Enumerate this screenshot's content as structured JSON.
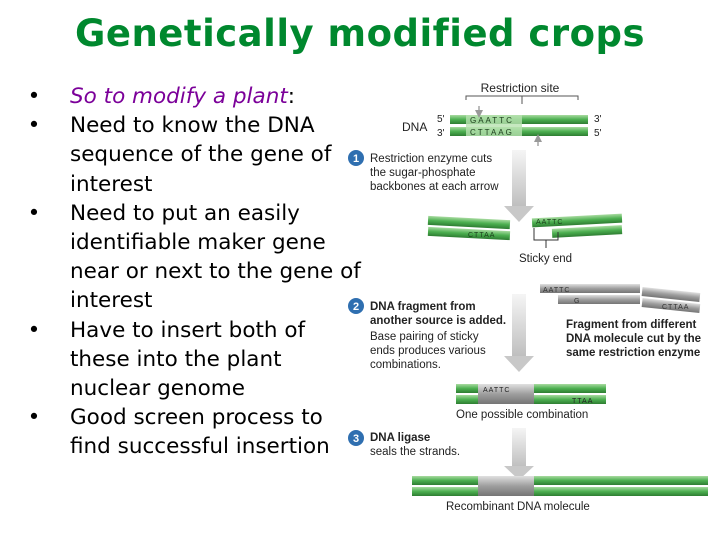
{
  "title": "Genetically modified crops",
  "bullets": [
    {
      "highlight": "So to modify a plant",
      "rest": ":"
    },
    {
      "text": "Need to know the DNA sequence of the gene of interest"
    },
    {
      "text": "Need to put an easily identifiable maker gene near or next to the gene of interest"
    },
    {
      "text": "Have to insert both of these into the plant nuclear genome"
    },
    {
      "text": "Good screen process to find successful insertion"
    }
  ],
  "diagram": {
    "restriction_site": "Restriction site",
    "dna_label": "DNA",
    "top_strand_5": "5'",
    "top_strand_3": "3'",
    "bottom_strand_3": "3'",
    "bottom_strand_5": "5'",
    "seq_top": "GAATTC",
    "seq_bottom": "CTTAAG",
    "step1_number": "1",
    "step1_text": [
      "Restriction enzyme cuts",
      "the sugar-phosphate",
      "backbones at each arrow"
    ],
    "sticky_end": "Sticky end",
    "step2_number": "2",
    "step2_bold": [
      "DNA fragment from",
      "another source is added."
    ],
    "step2_text": [
      "Base pairing of sticky",
      "ends produces various",
      "combinations."
    ],
    "fragment_label": [
      "Fragment from different",
      "DNA molecule cut by the",
      "same restriction enzyme"
    ],
    "one_possible": "One possible combination",
    "step3_number": "3",
    "step3_bold": "DNA ligase",
    "step3_text": "seals the strands.",
    "recombinant": "Recombinant DNA molecule",
    "frag_seq_a": "AATTC",
    "frag_seq_b": "G",
    "frag_seq_c": "CTTAA",
    "combo_seq_1": "AATTC",
    "combo_seq_2": "TTAA"
  },
  "colors": {
    "title": "#00882e",
    "highlight": "#7b0099",
    "dna_green": "#4caf50",
    "dna_gray": "#9e9e9e",
    "step_badge": "#2f6fb0"
  }
}
